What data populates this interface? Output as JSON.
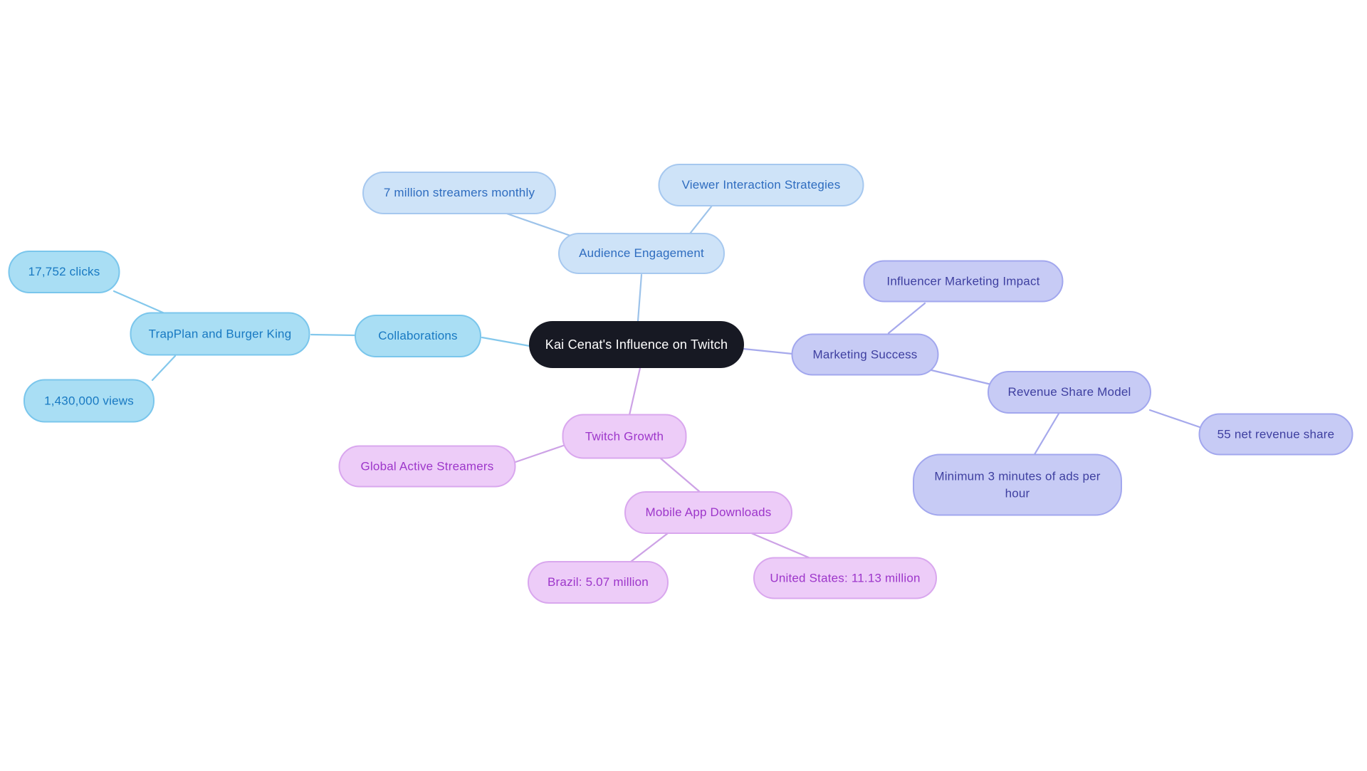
{
  "diagram": {
    "type": "mindmap",
    "title": "Kai Cenat's Influence on Twitch",
    "background_color": "#ffffff",
    "root": {
      "label": "Kai Cenat's Influence on Twitch",
      "fill": "#171923",
      "text_color": "#ffffff"
    },
    "branches": {
      "audience": {
        "name": "Audience Engagement branch",
        "fill": "#cee3f8",
        "border": "#a6c8ef",
        "text_color": "#2e6cbf",
        "line_color": "#9dc3ea"
      },
      "collaborations": {
        "name": "Collaborations branch",
        "fill": "#a9def4",
        "border": "#7ac6ec",
        "text_color": "#1879c2",
        "line_color": "#84c8ec"
      },
      "marketing": {
        "name": "Marketing Success branch",
        "fill": "#c7cbf5",
        "border": "#a2a7ee",
        "text_color": "#3e3fa0",
        "line_color": "#a6a9ec"
      },
      "growth": {
        "name": "Twitch Growth branch",
        "fill": "#edccf8",
        "border": "#d9a7ee",
        "text_color": "#9d36ca",
        "line_color": "#cda2e6"
      }
    },
    "nodes": {
      "root": {
        "label": "Kai Cenat's Influence on Twitch",
        "branch": "root"
      },
      "audience_engagement": {
        "label": "Audience Engagement",
        "branch": "audience",
        "parent": "root"
      },
      "streamers_monthly": {
        "label": "7 million streamers monthly",
        "branch": "audience",
        "parent": "audience_engagement"
      },
      "viewer_interaction": {
        "label": "Viewer Interaction Strategies",
        "branch": "audience",
        "parent": "audience_engagement"
      },
      "collaborations": {
        "label": "Collaborations",
        "branch": "collaborations",
        "parent": "root"
      },
      "trapplan_burger_king": {
        "label": "TrapPlan and Burger King",
        "branch": "collaborations",
        "parent": "collaborations"
      },
      "clicks": {
        "label": "17,752 clicks",
        "branch": "collaborations",
        "parent": "trapplan_burger_king"
      },
      "views": {
        "label": "1,430,000 views",
        "branch": "collaborations",
        "parent": "trapplan_burger_king"
      },
      "marketing_success": {
        "label": "Marketing Success",
        "branch": "marketing",
        "parent": "root"
      },
      "influencer_impact": {
        "label": "Influencer Marketing Impact",
        "branch": "marketing",
        "parent": "marketing_success"
      },
      "revenue_share": {
        "label": "Revenue Share Model",
        "branch": "marketing",
        "parent": "marketing_success"
      },
      "net_revenue_share": {
        "label": "55 net revenue share",
        "branch": "marketing",
        "parent": "revenue_share"
      },
      "min_ads": {
        "label": "Minimum 3 minutes of ads per hour",
        "branch": "marketing",
        "parent": "revenue_share"
      },
      "twitch_growth": {
        "label": "Twitch Growth",
        "branch": "growth",
        "parent": "root"
      },
      "global_streamers": {
        "label": "Global Active Streamers",
        "branch": "growth",
        "parent": "twitch_growth"
      },
      "mobile_downloads": {
        "label": "Mobile App Downloads",
        "branch": "growth",
        "parent": "twitch_growth"
      },
      "brazil": {
        "label": "Brazil: 5.07 million",
        "branch": "growth",
        "parent": "mobile_downloads"
      },
      "united_states": {
        "label": "United States: 11.13 million",
        "branch": "growth",
        "parent": "mobile_downloads"
      }
    },
    "edges": [
      [
        "root",
        "audience_engagement"
      ],
      [
        "audience_engagement",
        "streamers_monthly"
      ],
      [
        "audience_engagement",
        "viewer_interaction"
      ],
      [
        "root",
        "collaborations"
      ],
      [
        "collaborations",
        "trapplan_burger_king"
      ],
      [
        "trapplan_burger_king",
        "clicks"
      ],
      [
        "trapplan_burger_king",
        "views"
      ],
      [
        "root",
        "marketing_success"
      ],
      [
        "marketing_success",
        "influencer_impact"
      ],
      [
        "marketing_success",
        "revenue_share"
      ],
      [
        "revenue_share",
        "net_revenue_share"
      ],
      [
        "revenue_share",
        "min_ads"
      ],
      [
        "root",
        "twitch_growth"
      ],
      [
        "twitch_growth",
        "global_streamers"
      ],
      [
        "twitch_growth",
        "mobile_downloads"
      ],
      [
        "mobile_downloads",
        "brazil"
      ],
      [
        "mobile_downloads",
        "united_states"
      ]
    ]
  }
}
